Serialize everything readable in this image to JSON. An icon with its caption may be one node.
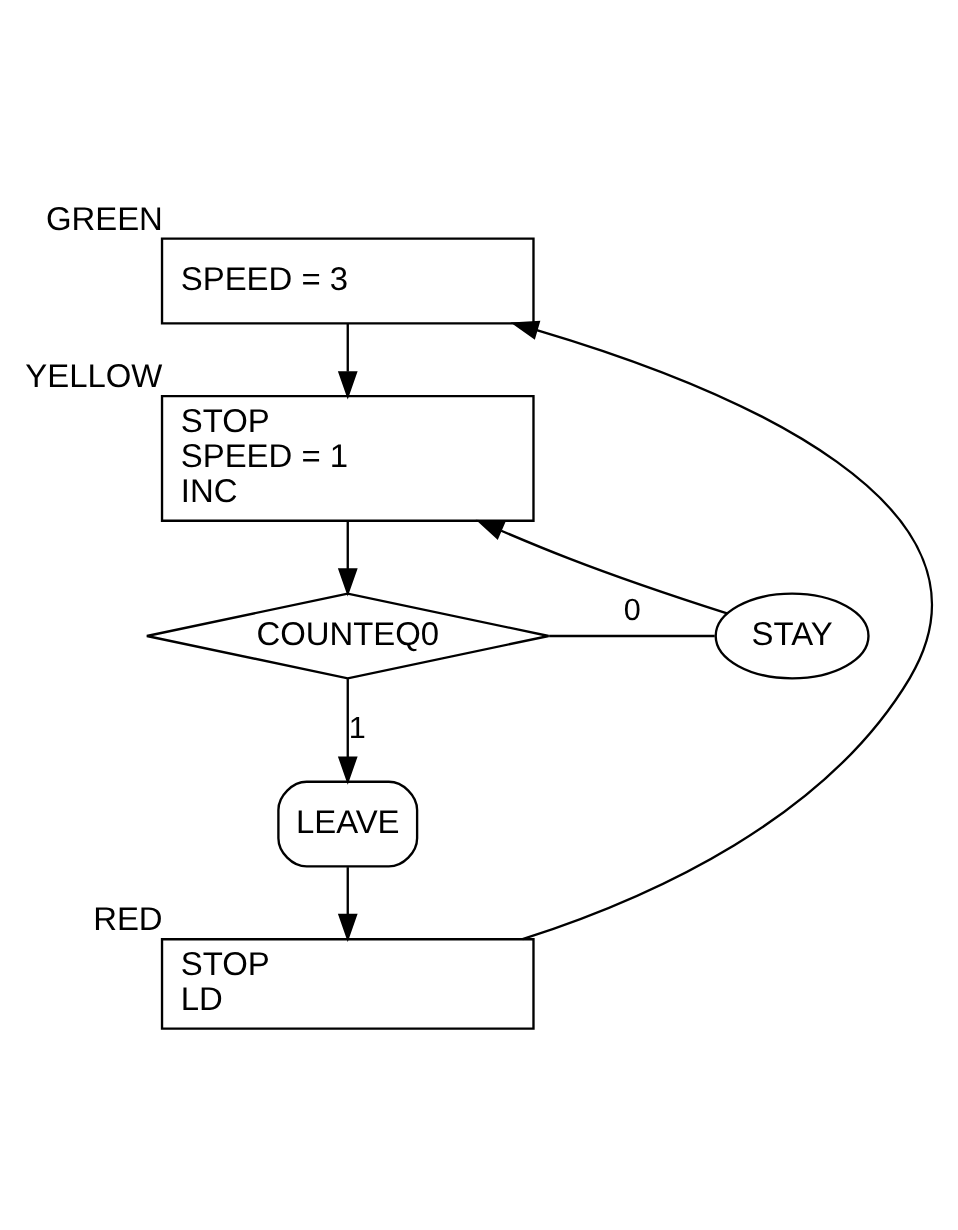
{
  "diagram": {
    "nodes": [
      {
        "text": [
          "SPEED = 3"
        ],
        "beside": [
          "GREEN"
        ]
      },
      {
        "text": [
          "STOP",
          "SPEED = 1",
          "INC"
        ],
        "beside": [
          "YELLOW"
        ]
      },
      {
        "text": [
          "COUNTEQ0"
        ]
      },
      {
        "text": [
          "STAY"
        ]
      },
      {
        "text": [
          "LEAVE"
        ]
      },
      {
        "text": [
          "STOP",
          "LD"
        ],
        "beside": [
          "RED"
        ]
      }
    ],
    "edges": [
      {
        "from": 5,
        "to": 0,
        "arrow": "to"
      },
      {
        "from": 0,
        "to": 1,
        "arrow": "to"
      },
      {
        "from": 1,
        "to": 2,
        "arrow": "to"
      },
      {
        "from": 2,
        "to": 3,
        "arrow": "none",
        "label": "0"
      },
      {
        "from": 3,
        "to": 1,
        "arrow": "to"
      },
      {
        "from": 2,
        "to": 4,
        "arrow": "to",
        "label": "1"
      },
      {
        "from": 4,
        "to": 5,
        "arrow": "to"
      }
    ]
  }
}
